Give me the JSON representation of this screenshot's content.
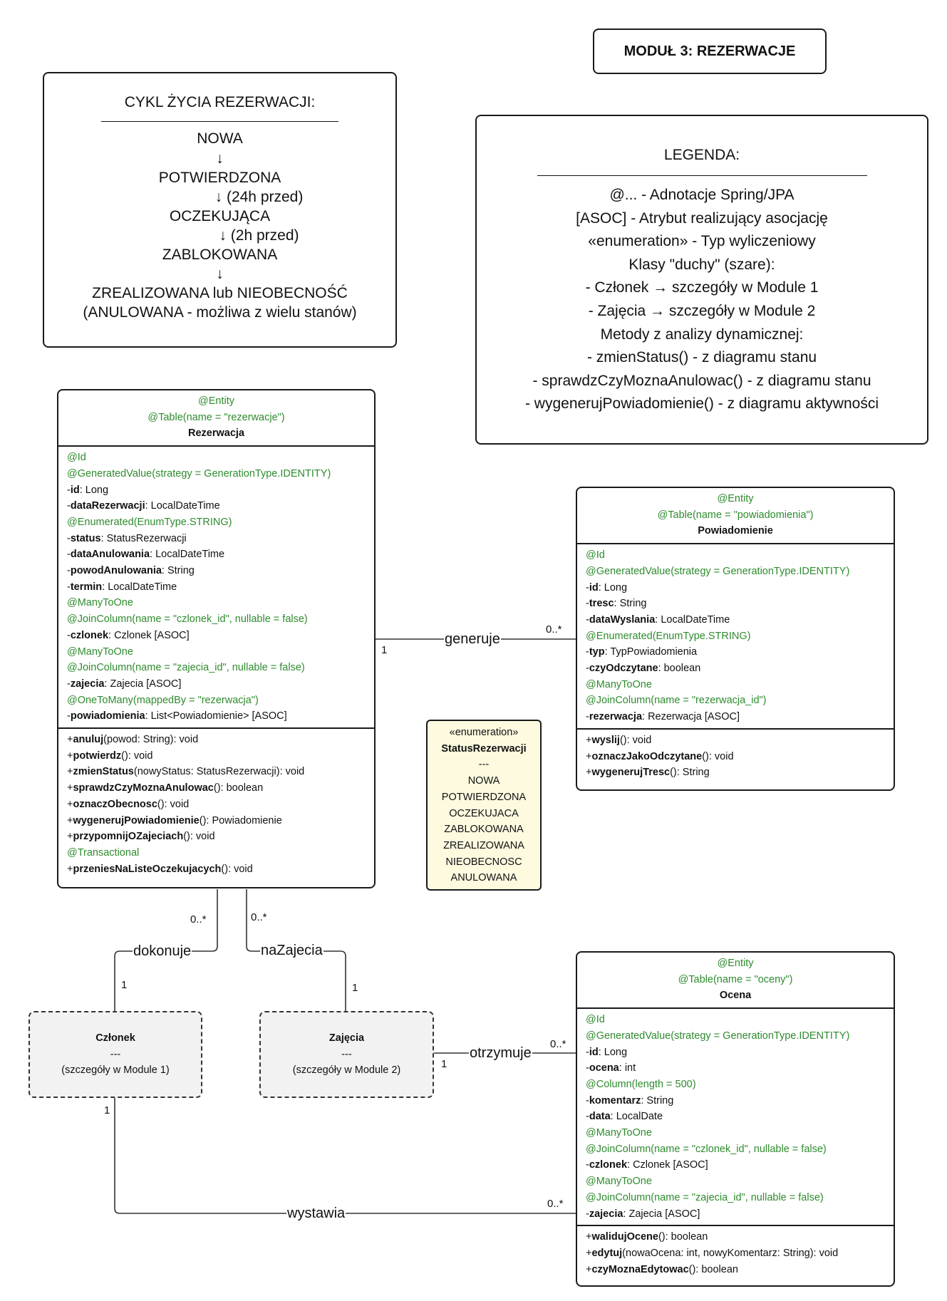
{
  "module_title": "MODUŁ 3: REZERWACJE",
  "lifecycle": {
    "title": "CYKL ŻYCIA REZERWACJI:",
    "lines": [
      "NOWA",
      "↓",
      "POTWIERDZONA",
      "↓ (24h przed)",
      "OCZEKUJĄCA",
      "↓  (2h przed)",
      "ZABLOKOWANA",
      "↓",
      "ZREALIZOWANA lub NIEOBECNOŚĆ",
      "(ANULOWANA - możliwa z wielu stanów)"
    ]
  },
  "legend": {
    "title": "LEGENDA:",
    "lines": [
      "@... - Adnotacje Spring/JPA",
      "[ASOC] - Atrybut realizujący asocjację",
      "«enumeration» - Typ wyliczeniowy",
      "Klasy \"duchy\" (szare):",
      "- Członek → szczegóły w Module 1",
      "- Zajęcia → szczegóły w Module 2",
      "Metody z analizy dynamicznej:",
      "- zmienStatus() - z diagramu stanu",
      "- sprawdzCzyMoznaAnulowac() - z diagramu stanu",
      "- wygenerujPowiadomienie() - z diagramu aktywności"
    ]
  },
  "rezerwacja": {
    "annotations": [
      "@Entity",
      "@Table(name = \"rezerwacje\")"
    ],
    "name": "Rezerwacja",
    "attributes": [
      {
        "ann": "@Id"
      },
      {
        "ann": "@GeneratedValue(strategy = GenerationType.IDENTITY)"
      },
      {
        "pre": "-",
        "name": "id",
        "rest": ": Long"
      },
      {
        "pre": "-",
        "name": "dataRezerwacji",
        "rest": ": LocalDateTime"
      },
      {
        "ann": "@Enumerated(EnumType.STRING)"
      },
      {
        "pre": "-",
        "name": "status",
        "rest": ": StatusRezerwacji"
      },
      {
        "pre": "-",
        "name": "dataAnulowania",
        "rest": ": LocalDateTime"
      },
      {
        "pre": "-",
        "name": "powodAnulowania",
        "rest": ": String"
      },
      {
        "pre": "-",
        "name": "termin",
        "rest": ": LocalDateTime"
      },
      {
        "ann": "@ManyToOne"
      },
      {
        "ann": "@JoinColumn(name = \"czlonek_id\", nullable = false)"
      },
      {
        "pre": "-",
        "name": "czlonek",
        "rest": ": Czlonek [ASOC]"
      },
      {
        "ann": "@ManyToOne"
      },
      {
        "ann": "@JoinColumn(name = \"zajecia_id\", nullable = false)"
      },
      {
        "pre": "-",
        "name": "zajecia",
        "rest": ": Zajecia [ASOC]"
      },
      {
        "ann": "@OneToMany(mappedBy = \"rezerwacja\")"
      },
      {
        "pre": "-",
        "name": "powiadomienia",
        "rest": ": List<Powiadomienie> [ASOC]"
      }
    ],
    "methods": [
      {
        "pre": "+",
        "name": "anuluj",
        "rest": "(powod: String): void"
      },
      {
        "pre": "+",
        "name": "potwierdz",
        "rest": "(): void"
      },
      {
        "pre": "+",
        "name": "zmienStatus",
        "rest": "(nowyStatus: StatusRezerwacji): void"
      },
      {
        "pre": "+",
        "name": "sprawdzCzyMoznaAnulowac",
        "rest": "(): boolean"
      },
      {
        "pre": "+",
        "name": "oznaczObecnosc",
        "rest": "(): void"
      },
      {
        "pre": "+",
        "name": "wygenerujPowiadomienie",
        "rest": "(): Powiadomienie"
      },
      {
        "pre": "+",
        "name": "przypomnijOZajeciach",
        "rest": "(): void"
      },
      {
        "ann": "@Transactional"
      },
      {
        "pre": "+",
        "name": "przeniesNaListeOczekujacych",
        "rest": "(): void"
      }
    ]
  },
  "powiadomienie": {
    "annotations": [
      "@Entity",
      "@Table(name = \"powiadomienia\")"
    ],
    "name": "Powiadomienie",
    "attributes": [
      {
        "ann": "@Id"
      },
      {
        "ann": "@GeneratedValue(strategy = GenerationType.IDENTITY)"
      },
      {
        "pre": "-",
        "name": "id",
        "rest": ": Long"
      },
      {
        "pre": "-",
        "name": "tresc",
        "rest": ": String"
      },
      {
        "pre": "-",
        "name": "dataWyslania",
        "rest": ": LocalDateTime"
      },
      {
        "ann": "@Enumerated(EnumType.STRING)"
      },
      {
        "pre": "-",
        "name": "typ",
        "rest": ": TypPowiadomienia"
      },
      {
        "pre": "-",
        "name": "czyOdczytane",
        "rest": ": boolean"
      },
      {
        "ann": "@ManyToOne"
      },
      {
        "ann": "@JoinColumn(name = \"rezerwacja_id\")"
      },
      {
        "pre": "-",
        "name": "rezerwacja",
        "rest": ": Rezerwacja [ASOC]"
      }
    ],
    "methods": [
      {
        "pre": "+",
        "name": "wyslij",
        "rest": "(): void"
      },
      {
        "pre": "+",
        "name": "oznaczJakoOdczytane",
        "rest": "(): void"
      },
      {
        "pre": "+",
        "name": "wygenerujTresc",
        "rest": "(): String"
      }
    ]
  },
  "ocena": {
    "annotations": [
      "@Entity",
      "@Table(name = \"oceny\")"
    ],
    "name": "Ocena",
    "attributes": [
      {
        "ann": "@Id"
      },
      {
        "ann": "@GeneratedValue(strategy = GenerationType.IDENTITY)"
      },
      {
        "pre": "-",
        "name": "id",
        "rest": ": Long"
      },
      {
        "pre": "-",
        "name": "ocena",
        "rest": ": int"
      },
      {
        "ann": "@Column(length = 500)"
      },
      {
        "pre": "-",
        "name": "komentarz",
        "rest": ": String"
      },
      {
        "pre": "-",
        "name": "data",
        "rest": ": LocalDate"
      },
      {
        "ann": "@ManyToOne"
      },
      {
        "ann": "@JoinColumn(name = \"czlonek_id\", nullable = false)"
      },
      {
        "pre": "-",
        "name": "czlonek",
        "rest": ": Czlonek [ASOC]"
      },
      {
        "ann": "@ManyToOne"
      },
      {
        "ann": "@JoinColumn(name = \"zajecia_id\", nullable = false)"
      },
      {
        "pre": "-",
        "name": "zajecia",
        "rest": ": Zajecia [ASOC]"
      }
    ],
    "methods": [
      {
        "pre": "+",
        "name": "walidujOcene",
        "rest": "(): boolean"
      },
      {
        "pre": "+",
        "name": "edytuj",
        "rest": "(nowaOcena: int, nowyKomentarz: String): void"
      },
      {
        "pre": "+",
        "name": "czyMoznaEdytowac",
        "rest": "(): boolean"
      }
    ]
  },
  "enum_status": {
    "stereotype": "«enumeration»",
    "name": "StatusRezerwacji",
    "separator": "---",
    "values": [
      "NOWA",
      "POTWIERDZONA",
      "OCZEKUJACA",
      "ZABLOKOWANA",
      "ZREALIZOWANA",
      "NIEOBECNOSC",
      "ANULOWANA"
    ]
  },
  "ghost_czlonek": {
    "name": "Członek",
    "separator": "---",
    "note": "(szczegóły w Module 1)"
  },
  "ghost_zajecia": {
    "name": "Zajęcia",
    "separator": "---",
    "note": "(szczegóły w Module 2)"
  },
  "associations": {
    "generuje": {
      "label": "generuje",
      "mult_source": "1",
      "mult_target": "0..*"
    },
    "dokonuje": {
      "label": "dokonuje",
      "mult_source": "0..*",
      "mult_target": "1"
    },
    "naZajecia": {
      "label": "naZajecia",
      "mult_source": "0..*",
      "mult_target": "1"
    },
    "otrzymuje": {
      "label": "otrzymuje",
      "mult_source": "1",
      "mult_target": "0..*"
    },
    "wystawia": {
      "label": "wystawia",
      "mult_source": "1",
      "mult_target": "0..*"
    }
  }
}
